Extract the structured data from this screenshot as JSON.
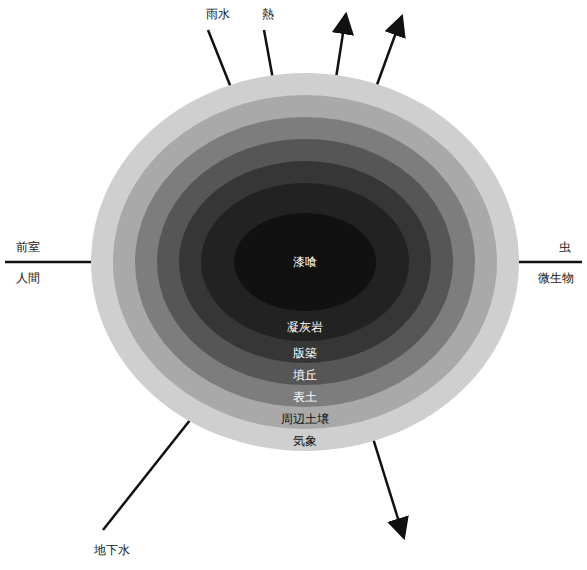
{
  "diagram": {
    "nodes": [
      {
        "text": [
          "気象"
        ]
      },
      {
        "text": [
          "周辺土壌"
        ],
        "in": 0
      },
      {
        "text": [
          "表土"
        ],
        "in": 1
      },
      {
        "text": [
          "墳丘"
        ],
        "in": 2
      },
      {
        "text": [
          "版築"
        ],
        "in": 3
      },
      {
        "text": [
          "凝灰岩"
        ],
        "in": 4
      },
      {
        "text": [
          "漆喰"
        ],
        "in": 5
      }
    ],
    "labels": [
      "雨水",
      "熱",
      "前室",
      "人間",
      "虫",
      "微生物",
      "地下水"
    ]
  }
}
